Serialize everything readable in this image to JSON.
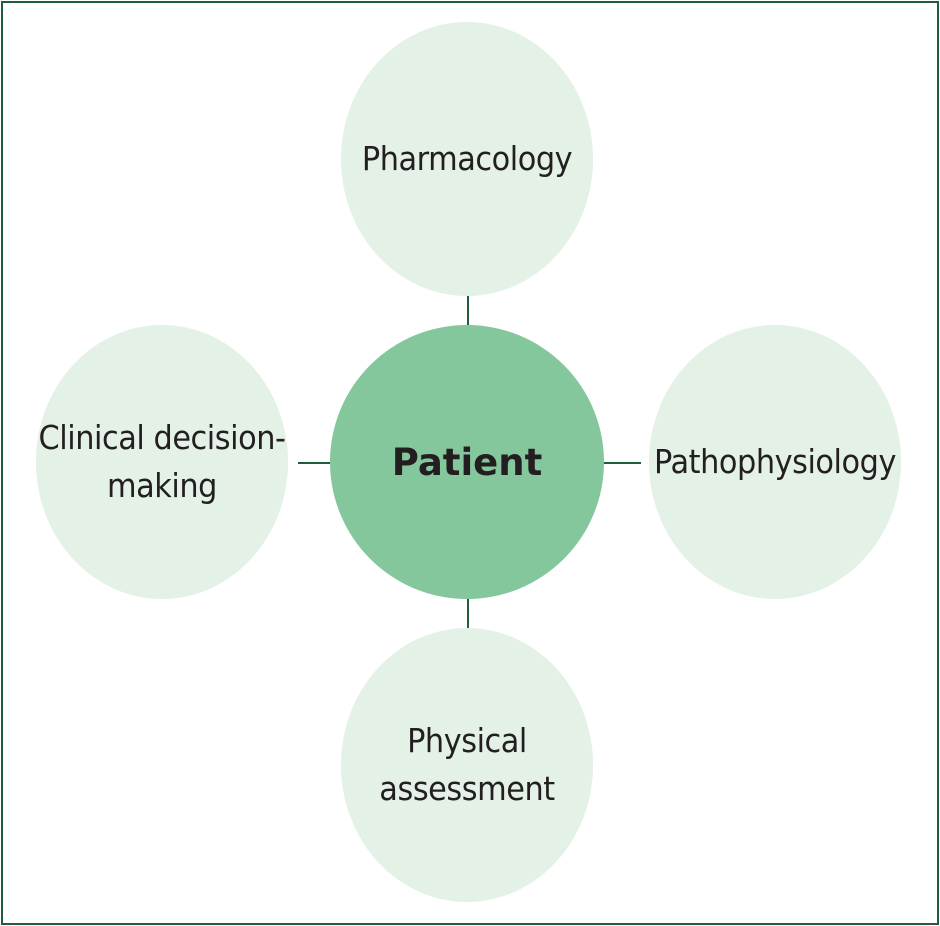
{
  "diagram": {
    "center": {
      "label": "Patient"
    },
    "top": {
      "lines": [
        "Pharmacology"
      ]
    },
    "right": {
      "lines": [
        "Pathophysiology"
      ]
    },
    "bottom": {
      "lines": [
        "Physical",
        "assessment"
      ]
    },
    "left": {
      "lines": [
        "Clinical decision-",
        "making"
      ]
    }
  },
  "colors": {
    "border": "#1f5e3a",
    "connector": "#1f5e3a",
    "outer_fill": "#e3f1e6",
    "center_fill": "#85c79c",
    "text": "#231f20"
  }
}
